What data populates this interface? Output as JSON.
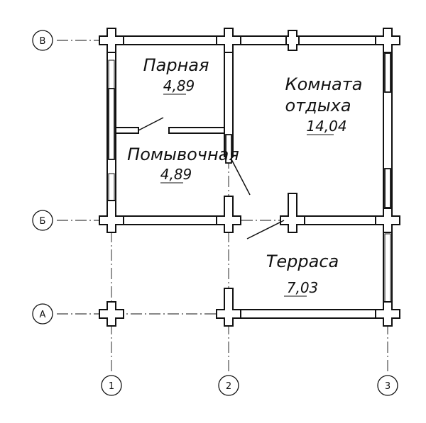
{
  "axes": {
    "rows": [
      {
        "id": "v",
        "label": "В"
      },
      {
        "id": "b",
        "label": "Б"
      },
      {
        "id": "a",
        "label": "А"
      }
    ],
    "cols": [
      {
        "id": "1",
        "label": "1"
      },
      {
        "id": "2",
        "label": "2"
      },
      {
        "id": "3",
        "label": "3"
      }
    ]
  },
  "rooms": {
    "parnaya": {
      "name": "Парная",
      "area": "4,89"
    },
    "komnata": {
      "name_line1": "Комната",
      "name_line2": "отдыха",
      "area": "14,04"
    },
    "pomyvochnaya": {
      "name": "Помывочная",
      "area": "4,89"
    },
    "terrasa": {
      "name": "Терраса",
      "area": "7,03"
    }
  }
}
